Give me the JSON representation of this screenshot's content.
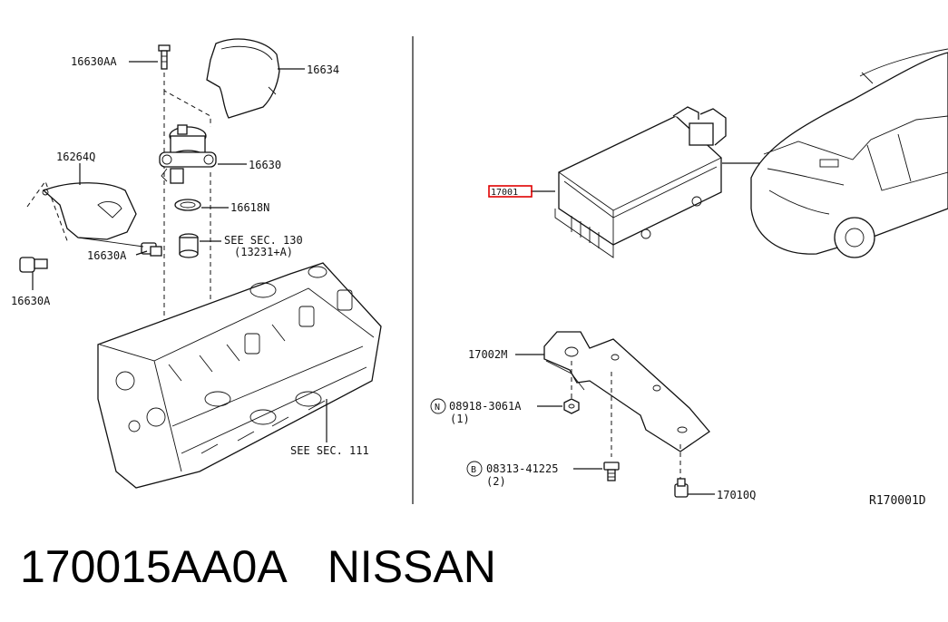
{
  "labels": {
    "p16630AA": "16630AA",
    "p16634": "16634",
    "p16630": "16630",
    "p16264Q": "16264Q",
    "p16618N": "16618N",
    "see130": "SEE SEC. 130",
    "see130sub": "(13231+A)",
    "p16630A_1": "16630A",
    "p16630A_2": "16630A",
    "see111": "SEE SEC. 111",
    "p17001": "17001",
    "p17002M": "17002M",
    "nut_code": "08918-3061A",
    "nut_letter": "N",
    "nut_qty": "(1)",
    "bolt_code": "08313-41225",
    "bolt_letter": "B",
    "bolt_qty": "(2)",
    "p17010Q": "17010Q",
    "ref": "R170001D"
  },
  "caption": {
    "part_number": "170015AA0A",
    "brand": "NISSAN"
  },
  "colors": {
    "highlight": "#e00000",
    "line": "#111111"
  }
}
